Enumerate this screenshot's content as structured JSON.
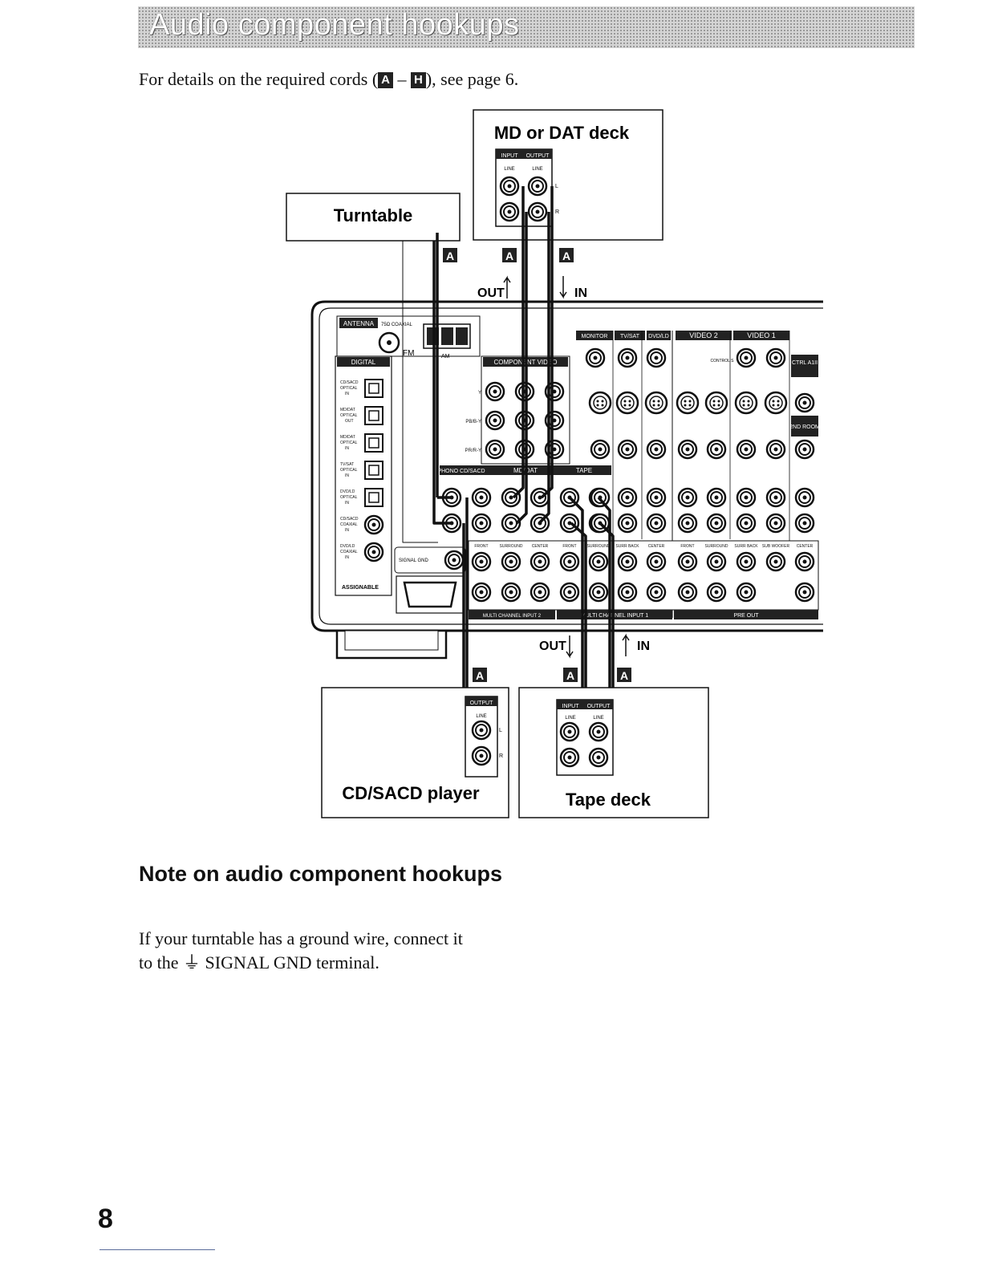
{
  "header": {
    "title": "Audio component hookups"
  },
  "intro": {
    "prefix": "For details on the required cords (",
    "cord_first": "A",
    "dash": " – ",
    "cord_last": "H",
    "suffix": "), see page 6."
  },
  "components": {
    "md_dat": {
      "title": "MD or DAT deck",
      "jack_input": "INPUT",
      "jack_output": "OUTPUT",
      "jack_line_1": "LINE",
      "jack_line_2": "LINE",
      "ch_l": "L",
      "ch_r": "R"
    },
    "turntable": {
      "title": "Turntable"
    },
    "cd_sacd": {
      "title": "CD/SACD player",
      "jack_output": "OUTPUT",
      "jack_line": "LINE",
      "ch_l": "L",
      "ch_r": "R"
    },
    "tape": {
      "title": "Tape deck",
      "jack_input": "INPUT",
      "jack_output": "OUTPUT",
      "jack_line_1": "LINE",
      "jack_line_2": "LINE"
    }
  },
  "cords": {
    "label": "A",
    "out_label": "OUT",
    "in_label": "IN"
  },
  "receiver": {
    "antenna": "ANTENNA",
    "coaxial": "75Ω COAXIAL",
    "fm": "FM",
    "am": "AM",
    "digital": "DIGITAL",
    "digital_inputs": [
      {
        "line1": "CD/SACD",
        "line2": "OPTICAL",
        "line3": "IN"
      },
      {
        "line1": "MD/DAT",
        "line2": "OPTICAL",
        "line3": "OUT"
      },
      {
        "line1": "MD/DAT",
        "line2": "OPTICAL",
        "line3": "IN"
      },
      {
        "line1": "TV/SAT",
        "line2": "OPTICAL",
        "line3": "IN"
      },
      {
        "line1": "DVD/LD",
        "line2": "OPTICAL",
        "line3": "IN"
      },
      {
        "line1": "CD/SACD",
        "line2": "COAXIAL",
        "line3": "IN"
      },
      {
        "line1": "DVD/LD",
        "line2": "COAXIAL",
        "line3": "IN"
      }
    ],
    "assignable": "ASSIGNABLE",
    "signal_gnd": "SIGNAL GND",
    "component_video": "COMPONENT VIDEO",
    "cv_rows": [
      "Y",
      "PB/B-Y",
      "PR/R-Y"
    ],
    "audio_groups": [
      "PHONO",
      "CD/SACD",
      "MD/DAT",
      "TAPE"
    ],
    "top_groups": [
      "MONITOR",
      "TV/SAT",
      "DVD/LD",
      "VIDEO 2",
      "VIDEO 1"
    ],
    "control_s": "CONTROL S",
    "ctrl": "CTRL A1II",
    "second_room": "2ND ROOM",
    "mc2": "MULTI CHANNEL INPUT 2",
    "mc1": "MULTI CHANNEL INPUT 1",
    "pre_out": "PRE OUT",
    "ch_labels": [
      "FRONT",
      "SURROUND",
      "CENTER",
      "FRONT",
      "SURROUND",
      "SURR BACK",
      "CENTER",
      "FRONT",
      "SURROUND",
      "SURR BACK",
      "SUB WOOFER",
      "CENTER"
    ]
  },
  "note": {
    "heading": "Note on audio component hookups",
    "body_1": "If your turntable has a ground wire, connect it",
    "body_2_prefix": "to the ",
    "ground_symbol": "⏚",
    "body_2_suffix": " SIGNAL GND terminal."
  },
  "page": {
    "number": "8"
  }
}
